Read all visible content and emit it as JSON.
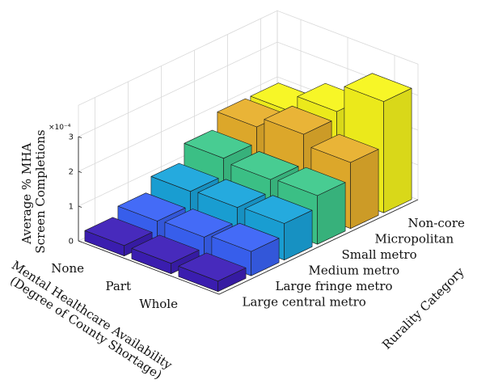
{
  "chart_data": {
    "type": "bar3d",
    "zlabel_lines": [
      "Average % MHA",
      "Screen Completions"
    ],
    "zscale_label": "×10⁻⁴",
    "zlim": [
      0,
      3
    ],
    "zticks": [
      "0",
      "1",
      "2",
      "3"
    ],
    "xlabel_lines": [
      "Mental Healthcare Availability",
      "(Degree of County Shortage)"
    ],
    "ylabel": "Rurality Category",
    "x_categories": [
      "None",
      "Part",
      "Whole"
    ],
    "y_categories": [
      "Large central metro",
      "Large fringe metro",
      "Medium metro",
      "Small metro",
      "Micropolitan",
      "Non-core"
    ],
    "series_colors": [
      "#3d1fb8",
      "#3a63f7",
      "#1aa5dc",
      "#3ec98c",
      "#e8b02c",
      "#f7f51c"
    ],
    "values": [
      [
        0.3,
        0.3,
        0.3
      ],
      [
        0.55,
        0.6,
        0.7
      ],
      [
        0.95,
        1.0,
        1.05
      ],
      [
        1.45,
        1.35,
        1.4
      ],
      [
        1.9,
        2.2,
        1.9
      ],
      [
        1.9,
        2.4,
        3.2
      ]
    ],
    "grid": true
  }
}
